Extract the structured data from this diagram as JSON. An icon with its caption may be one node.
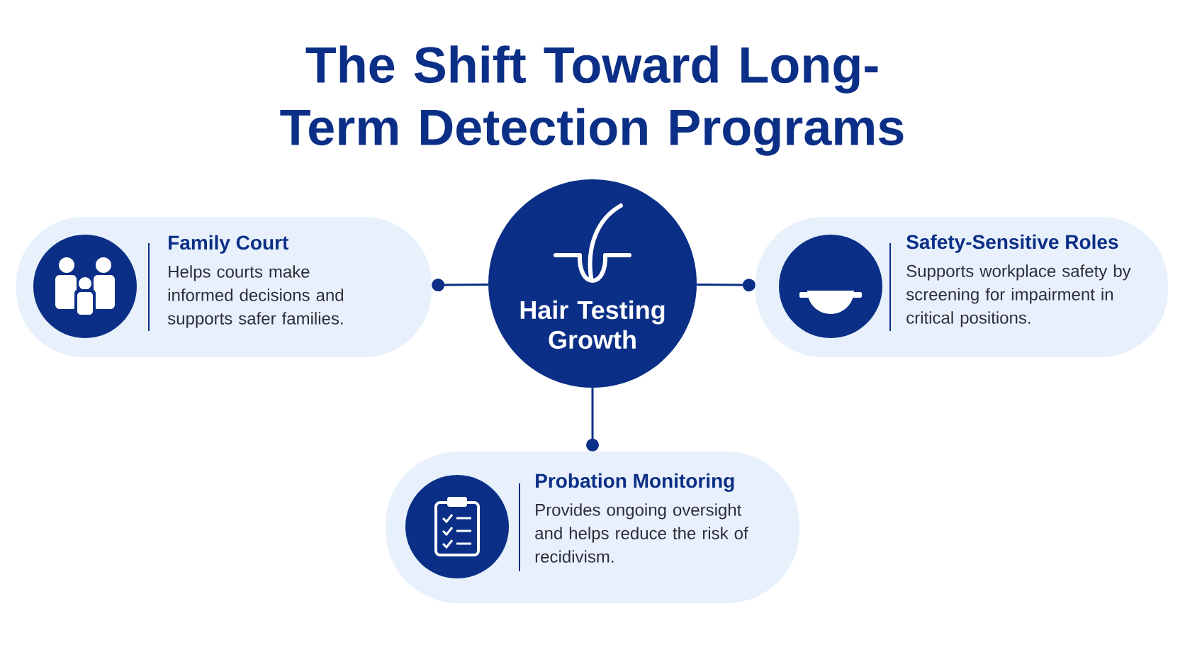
{
  "diagram": {
    "title": "The Shift Toward Long-Term Detection Programs",
    "nodes": [
      {
        "text": [
          "Hair Testing Growth"
        ]
      },
      {
        "text": [
          "Family Court",
          "Helps courts make informed decisions and supports safer families."
        ]
      },
      {
        "text": [
          "Safety-Sensitive Roles",
          "Supports workplace safety by screening for impairment in critical positions."
        ]
      },
      {
        "text": [
          "Probation Monitoring",
          "Provides ongoing oversight and helps reduce the risk of recidivism."
        ]
      }
    ],
    "edges": [
      {
        "from": 0,
        "to": 1,
        "arrow": "other"
      },
      {
        "from": 0,
        "to": 2,
        "arrow": "other"
      },
      {
        "from": 0,
        "to": 3,
        "arrow": "other"
      }
    ]
  }
}
